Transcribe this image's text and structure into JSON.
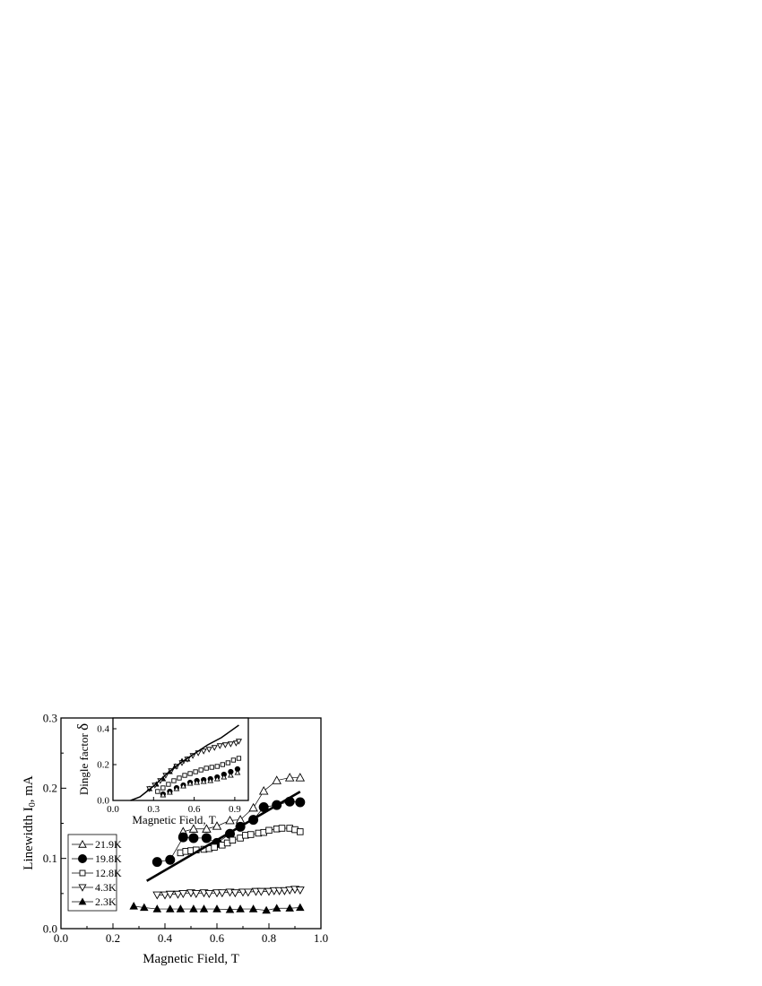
{
  "chart_data": [
    {
      "type": "scatter",
      "xlabel": "Magnetic Field, T",
      "ylabel": "Linewidth I",
      "ylabel_sub": "0",
      "ylabel_unit": ", mA",
      "xlim": [
        0.0,
        1.0
      ],
      "ylim": [
        0.0,
        0.3
      ],
      "xticks": [
        "0.0",
        "0.2",
        "0.4",
        "0.6",
        "0.8",
        "1.0"
      ],
      "yticks": [
        "0.0",
        "0.1",
        "0.2",
        "0.3"
      ],
      "legend_placement": "left",
      "series": [
        {
          "name": "21.9K",
          "marker": "triangle-up-open",
          "x": [
            0.47,
            0.51,
            0.56,
            0.6,
            0.65,
            0.69,
            0.74,
            0.78,
            0.83,
            0.88,
            0.92
          ],
          "y": [
            0.138,
            0.142,
            0.142,
            0.146,
            0.154,
            0.155,
            0.172,
            0.196,
            0.211,
            0.215,
            0.215
          ]
        },
        {
          "name": "19.8K",
          "marker": "circle-filled",
          "x": [
            0.37,
            0.42,
            0.47,
            0.51,
            0.56,
            0.6,
            0.65,
            0.69,
            0.74,
            0.78,
            0.83,
            0.88,
            0.92
          ],
          "y": [
            0.095,
            0.098,
            0.13,
            0.129,
            0.129,
            0.122,
            0.135,
            0.145,
            0.155,
            0.173,
            0.176,
            0.181,
            0.18
          ]
        },
        {
          "name": "12.8K",
          "marker": "square-open",
          "x": [
            0.46,
            0.48,
            0.5,
            0.52,
            0.55,
            0.57,
            0.59,
            0.62,
            0.64,
            0.66,
            0.69,
            0.71,
            0.73,
            0.76,
            0.78,
            0.8,
            0.83,
            0.85,
            0.88,
            0.9,
            0.92
          ],
          "y": [
            0.108,
            0.11,
            0.111,
            0.112,
            0.113,
            0.114,
            0.116,
            0.119,
            0.122,
            0.126,
            0.129,
            0.133,
            0.134,
            0.136,
            0.137,
            0.14,
            0.142,
            0.143,
            0.143,
            0.141,
            0.138
          ]
        },
        {
          "name": "4.3K",
          "marker": "triangle-down-open",
          "x": [
            0.37,
            0.4,
            0.42,
            0.45,
            0.47,
            0.5,
            0.52,
            0.55,
            0.57,
            0.6,
            0.62,
            0.65,
            0.67,
            0.7,
            0.72,
            0.75,
            0.77,
            0.8,
            0.82,
            0.84,
            0.86,
            0.88,
            0.9,
            0.92
          ],
          "y": [
            0.048,
            0.048,
            0.049,
            0.049,
            0.05,
            0.051,
            0.05,
            0.051,
            0.05,
            0.051,
            0.051,
            0.052,
            0.051,
            0.052,
            0.052,
            0.053,
            0.053,
            0.053,
            0.054,
            0.054,
            0.054,
            0.055,
            0.056,
            0.055
          ]
        },
        {
          "name": "2.3K",
          "marker": "triangle-up-filled",
          "x": [
            0.28,
            0.32,
            0.37,
            0.42,
            0.46,
            0.51,
            0.55,
            0.6,
            0.65,
            0.69,
            0.74,
            0.79,
            0.83,
            0.88,
            0.92
          ],
          "y": [
            0.032,
            0.03,
            0.028,
            0.028,
            0.028,
            0.028,
            0.028,
            0.028,
            0.027,
            0.028,
            0.028,
            0.026,
            0.029,
            0.029,
            0.03
          ]
        }
      ],
      "fit_line": {
        "x": [
          0.33,
          0.92
        ],
        "y": [
          0.068,
          0.195
        ]
      }
    },
    {
      "type": "scatter",
      "xlabel": "Magnetic Field, T",
      "ylabel": "Dingle factor",
      "ylabel_symbol": "δ",
      "xlim": [
        0.0,
        1.0
      ],
      "ylim": [
        0.0,
        0.46
      ],
      "xticks": [
        "0.0",
        "0.3",
        "0.6",
        "0.9"
      ],
      "yticks": [
        "0.0",
        "0.2",
        "0.4"
      ],
      "series": [
        {
          "marker": "triangle-up-filled",
          "x": [
            0.27,
            0.32,
            0.37,
            0.42,
            0.46,
            0.51,
            0.55
          ],
          "y": [
            0.065,
            0.09,
            0.12,
            0.16,
            0.19,
            0.22,
            0.23
          ]
        },
        {
          "marker": "triangle-down-open",
          "x": [
            0.27,
            0.31,
            0.35,
            0.39,
            0.43,
            0.47,
            0.51,
            0.55,
            0.59,
            0.63,
            0.67,
            0.71,
            0.75,
            0.79,
            0.83,
            0.87,
            0.91,
            0.93
          ],
          "y": [
            0.065,
            0.085,
            0.11,
            0.14,
            0.165,
            0.19,
            0.21,
            0.23,
            0.25,
            0.265,
            0.275,
            0.285,
            0.295,
            0.305,
            0.31,
            0.315,
            0.32,
            0.33
          ]
        },
        {
          "marker": "square-open",
          "x": [
            0.33,
            0.37,
            0.41,
            0.45,
            0.49,
            0.53,
            0.57,
            0.61,
            0.65,
            0.69,
            0.73,
            0.77,
            0.81,
            0.85,
            0.89,
            0.93
          ],
          "y": [
            0.05,
            0.07,
            0.09,
            0.11,
            0.125,
            0.14,
            0.15,
            0.16,
            0.17,
            0.18,
            0.185,
            0.19,
            0.2,
            0.21,
            0.225,
            0.235
          ]
        },
        {
          "marker": "circle-filled",
          "x": [
            0.37,
            0.42,
            0.47,
            0.52,
            0.57,
            0.62,
            0.67,
            0.72,
            0.77,
            0.82,
            0.87,
            0.92
          ],
          "y": [
            0.035,
            0.05,
            0.07,
            0.085,
            0.1,
            0.11,
            0.115,
            0.12,
            0.13,
            0.145,
            0.16,
            0.175
          ]
        },
        {
          "marker": "triangle-up-open",
          "x": [
            0.37,
            0.42,
            0.47,
            0.52,
            0.57,
            0.62,
            0.67,
            0.72,
            0.77,
            0.82,
            0.87,
            0.92
          ],
          "y": [
            0.03,
            0.045,
            0.065,
            0.08,
            0.095,
            0.1,
            0.105,
            0.11,
            0.12,
            0.13,
            0.14,
            0.155
          ]
        }
      ],
      "fit_curve": {
        "x": [
          0.13,
          0.2,
          0.3,
          0.4,
          0.5,
          0.6,
          0.7,
          0.8,
          0.93
        ],
        "y": [
          0.0,
          0.02,
          0.08,
          0.15,
          0.21,
          0.26,
          0.31,
          0.35,
          0.42
        ]
      }
    }
  ]
}
